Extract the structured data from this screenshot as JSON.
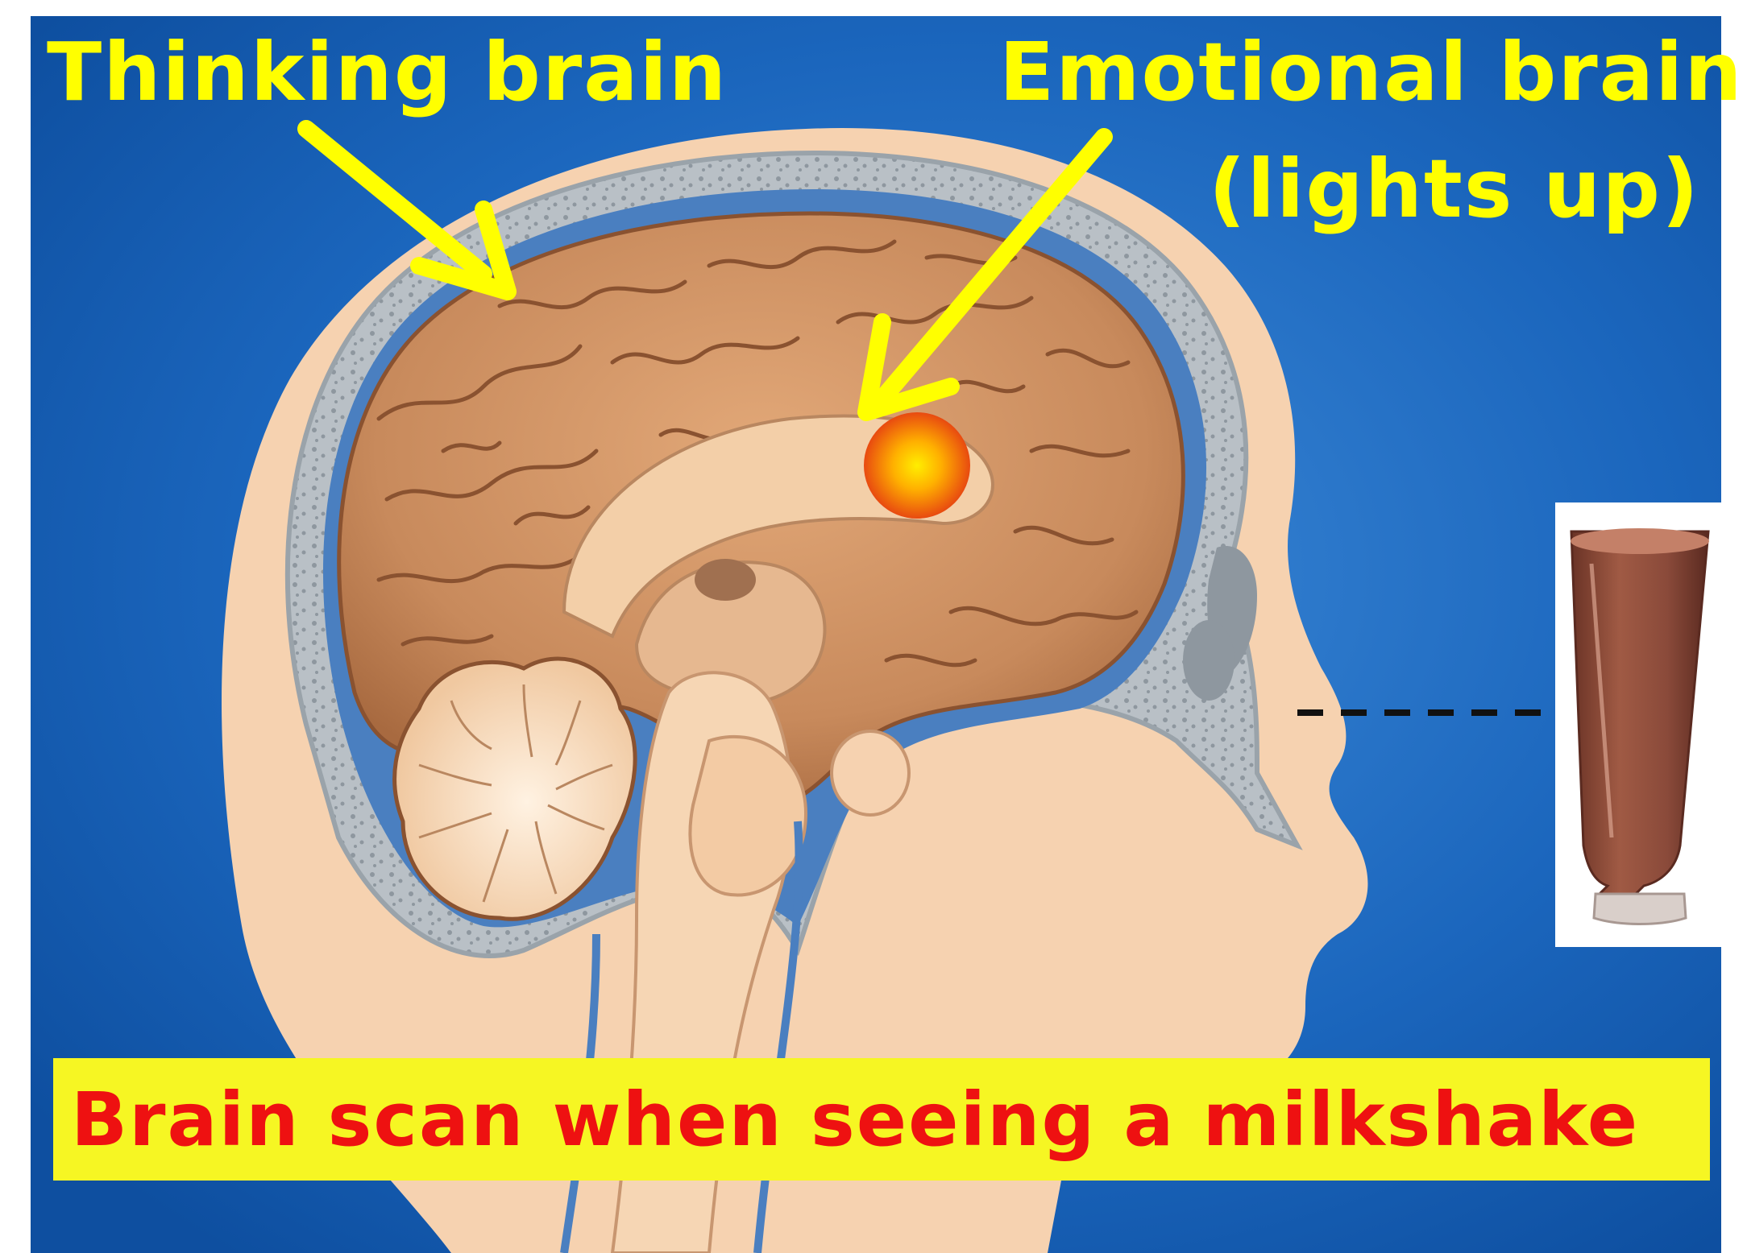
{
  "labels": {
    "thinking_brain": "Thinking brain",
    "emotional_brain_line1": "Emotional brain",
    "emotional_brain_line2": "(lights up)"
  },
  "caption": "Brain scan when seeing a milkshake",
  "icons": [
    "arrow-icon",
    "glow-spot-icon",
    "milkshake-glass-icon"
  ],
  "colors": {
    "background_blue": "#1560b5",
    "label_yellow": "#ffff00",
    "caption_background": "#f6f623",
    "caption_text": "#ee1111",
    "brain": "#c88a5c",
    "skin": "#f6d2b0",
    "glow_center": "#ffee00",
    "glow_edge": "#e84a10",
    "milkshake": "#8a4a3a"
  }
}
